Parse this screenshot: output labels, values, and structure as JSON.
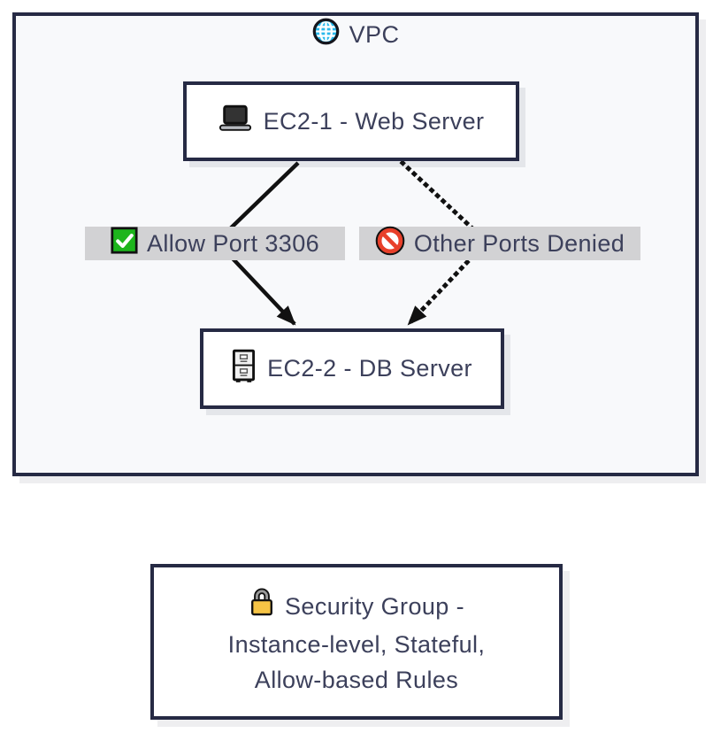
{
  "vpc": {
    "title": "VPC",
    "icon": "globe-icon"
  },
  "nodes": {
    "ec2_1": {
      "label": "EC2-1 - Web Server",
      "icon": "laptop-icon"
    },
    "ec2_2": {
      "label": "EC2-2 - DB Server",
      "icon": "file-cabinet-icon"
    }
  },
  "rules": {
    "allow": {
      "label": "Allow Port 3306",
      "icon": "check-mark-icon",
      "arrow_style": "solid"
    },
    "deny": {
      "label": "Other Ports Denied",
      "icon": "no-entry-icon",
      "arrow_style": "dotted"
    }
  },
  "note": {
    "icon": "lock-icon",
    "line1": "Security Group -",
    "line2": "Instance-level, Stateful,",
    "line3": "Allow-based Rules"
  },
  "colors": {
    "border_navy": "#262a44",
    "text": "#3c405b",
    "edge_label_bg": "#d2d2d4",
    "vpc_fill": "#f8f9fb",
    "arrow": "#111111",
    "check_green": "#1db51c",
    "deny_red": "#e8402a",
    "lock_gold": "#f6c445",
    "globe_cyan": "#29b9ec"
  }
}
